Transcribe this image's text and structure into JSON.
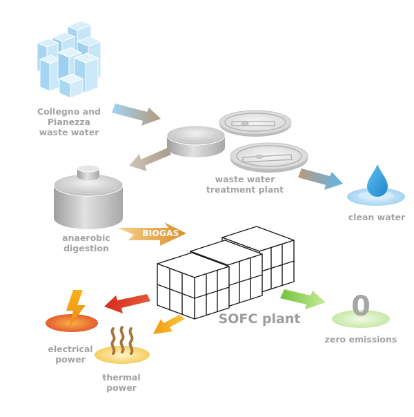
{
  "labels": {
    "source": [
      "Collegno and",
      "Pianezza",
      "waste water"
    ],
    "treatment": [
      "waste water",
      "treatment plant"
    ],
    "clean_water": "clean water",
    "digestion": [
      "anaerobic",
      "digestion"
    ],
    "biogas": "BIOGAS",
    "sofc": "SOFC plant",
    "zero_number": "0",
    "zero_emissions": "zero emissions",
    "electrical": [
      "electrical",
      "power"
    ],
    "thermal": [
      "thermal",
      "power"
    ]
  },
  "colors": {
    "label_gray": "#a3a3a3",
    "building_blue": "#a9d8f2",
    "tank_gray": "#bdbdbd",
    "water_blue": "#2f9fe0",
    "biogas_orange": "#e7a93c",
    "emission_green": "#8ed24a",
    "electric_red": "#e23f24",
    "thermal_yellow": "#f4b21b"
  },
  "icons": [
    "buildings-icon",
    "clarifier-tank-icon",
    "digester-tank-icon",
    "water-drop-icon",
    "fuel-cell-stack-icon",
    "lightning-icon",
    "heat-waves-icon"
  ]
}
